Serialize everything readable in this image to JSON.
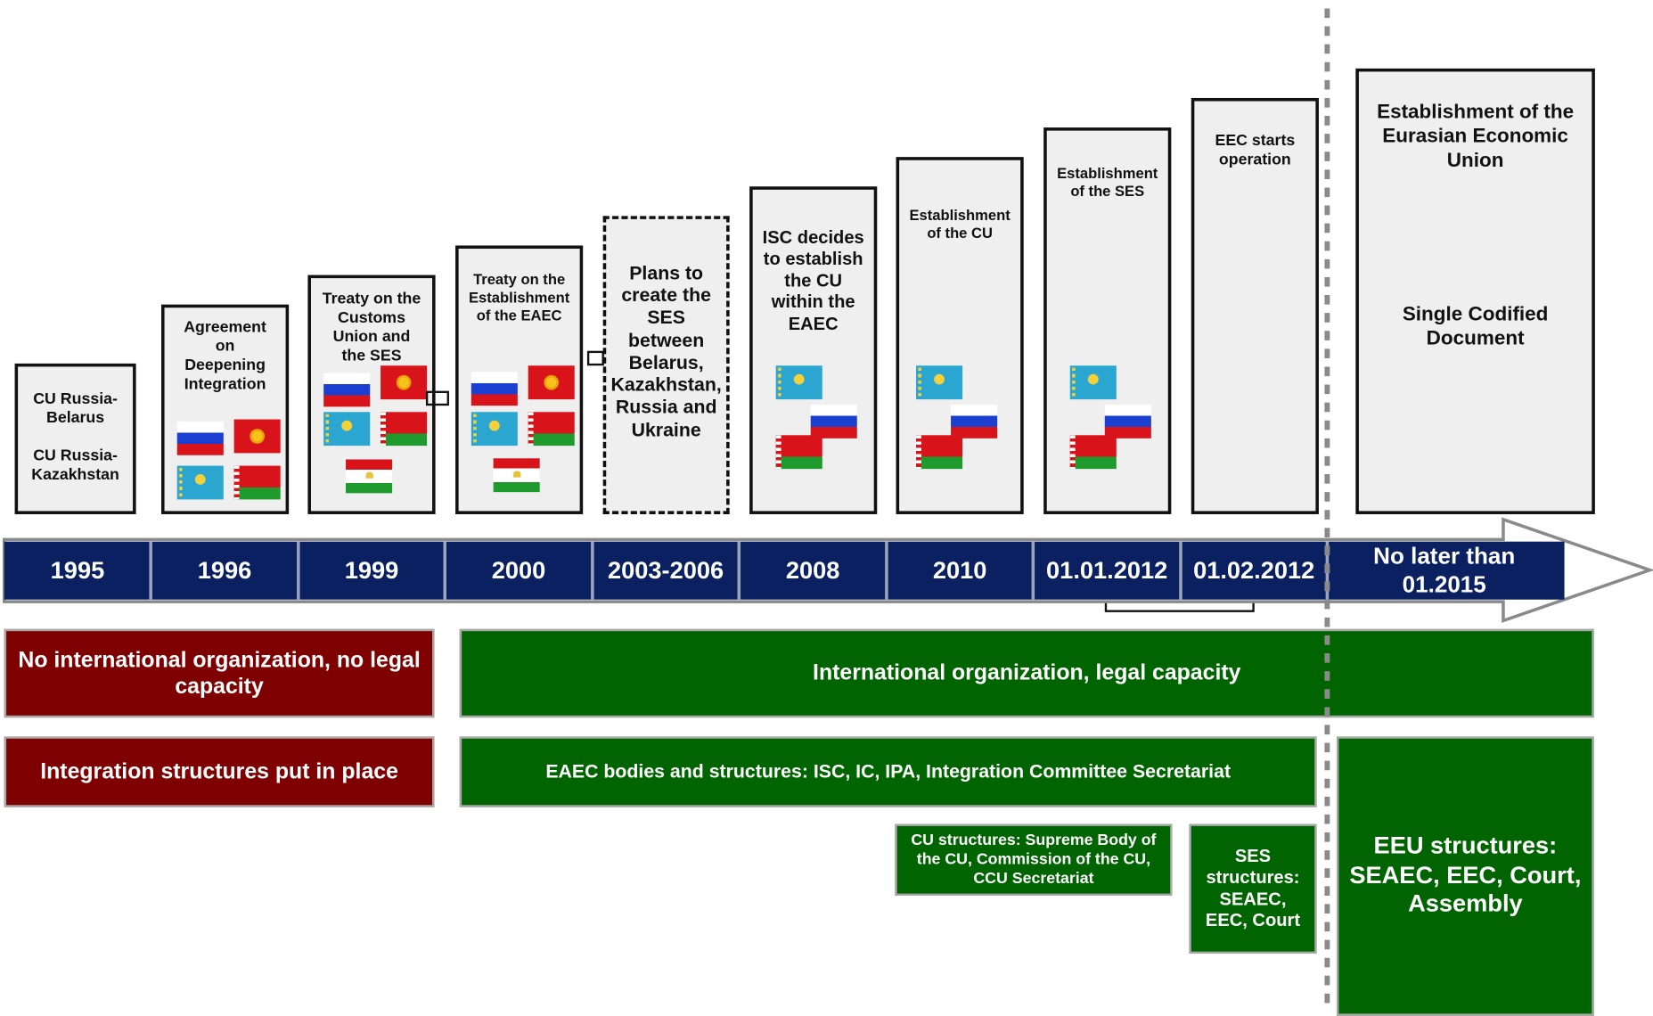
{
  "milestones": [
    {
      "text": "CU Russia-\nBelarus\n\nCU Russia-\nKazakhstan"
    },
    {
      "text": "Agreement\non\nDeepening\nIntegration"
    },
    {
      "text": "Treaty on the\nCustoms\nUnion and\nthe SES"
    },
    {
      "text": "Treaty on the\nEstablishment\nof the EAEC"
    },
    {
      "text": "Plans to\ncreate the\nSES\nbetween\nBelarus,\nKazakhstan,\nRussia and\nUkraine"
    },
    {
      "text": "ISC decides\nto establish\nthe CU\nwithin the\nEAEC"
    },
    {
      "text": "Establishment\nof the CU"
    },
    {
      "text": "Establishment\nof the SES"
    },
    {
      "text": "EEC starts\noperation"
    },
    {
      "text": "Establishment of the\nEurasian Economic\nUnion",
      "sub": "Single Codified\nDocument"
    }
  ],
  "timeline": [
    "1995",
    "1996",
    "1999",
    "2000",
    "2003-2006",
    "2008",
    "2010",
    "01.01.2012",
    "01.02.2012",
    "No later than\n01.2015"
  ],
  "bands": {
    "no_org": "No international organization, no legal capacity",
    "intl_org": "International organization, legal capacity",
    "integration": "Integration structures put in place",
    "eaec_bodies": "EAEC bodies and structures: ISC, IC, IPA, Integration Committee Secretariat",
    "cu_structures": "CU structures: Supreme Body of the CU, Commission of the CU, CCU Secretariat",
    "ses_structures": "SES\nstructures:\nSEAEC,\nEEC, Court",
    "eeu_structures": "EEU structures:\nSEAEC, EEC, Court,\nAssembly"
  },
  "flag_names": [
    "russia-flag",
    "kyrgyzstan-flag",
    "kazakhstan-flag",
    "belarus-flag",
    "tajikistan-flag"
  ],
  "colors": {
    "timeline": "#0a2060",
    "red": "#7f0000",
    "green": "#006400"
  }
}
